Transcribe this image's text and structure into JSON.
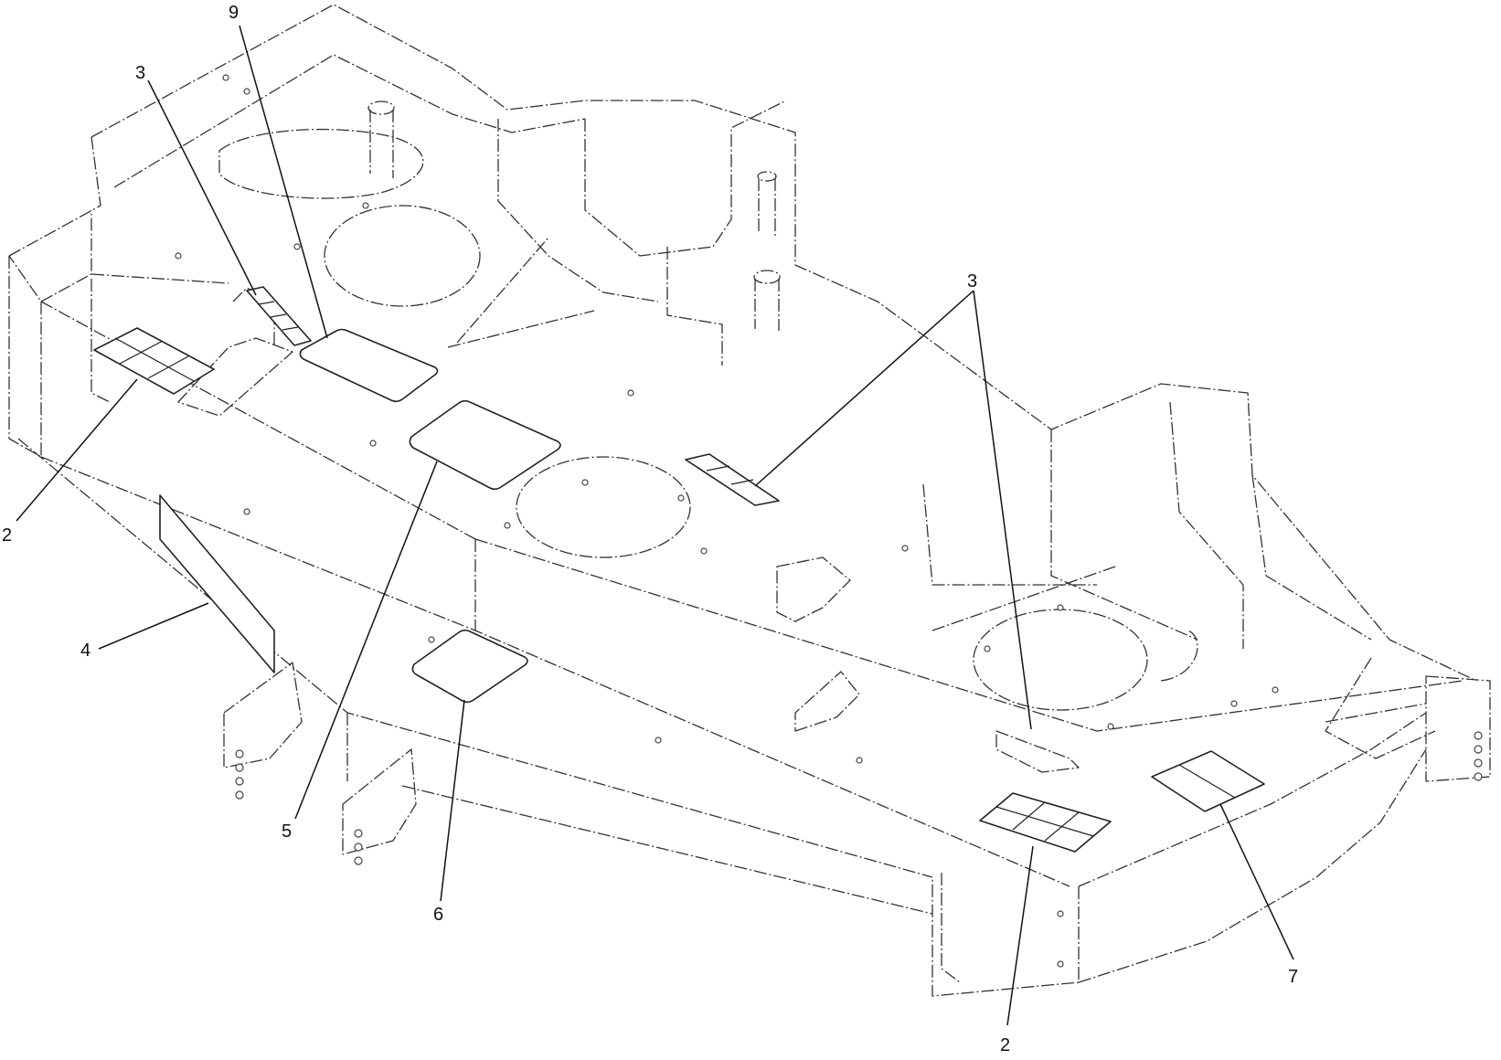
{
  "callouts": [
    {
      "id": "c9",
      "label": "9"
    },
    {
      "id": "c3a",
      "label": "3"
    },
    {
      "id": "c3b",
      "label": "3"
    },
    {
      "id": "c2a",
      "label": "2"
    },
    {
      "id": "c4",
      "label": "4"
    },
    {
      "id": "c5",
      "label": "5"
    },
    {
      "id": "c6",
      "label": "6"
    },
    {
      "id": "c2b",
      "label": "2"
    },
    {
      "id": "c7",
      "label": "7"
    }
  ]
}
